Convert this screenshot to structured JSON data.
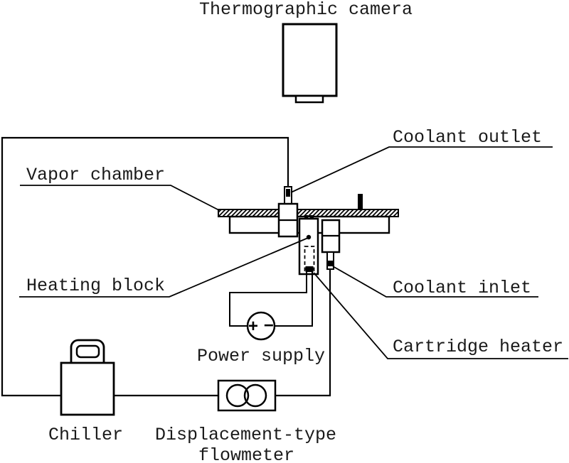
{
  "labels": {
    "camera": "Thermographic camera",
    "vapor_chamber": "Vapor chamber",
    "coolant_outlet": "Coolant outlet",
    "heating_block": "Heating block",
    "coolant_inlet": "Coolant inlet",
    "power_supply": "Power supply",
    "cartridge_heater": "Cartridge heater",
    "chiller": "Chiller",
    "flowmeter_line1": "Displacement-type",
    "flowmeter_line2": "flowmeter"
  },
  "power_supply_symbols": {
    "plus": "+",
    "minus": "−"
  },
  "colors": {
    "ink": "#000000",
    "text": "#1a1a1a",
    "background": "#ffffff"
  }
}
